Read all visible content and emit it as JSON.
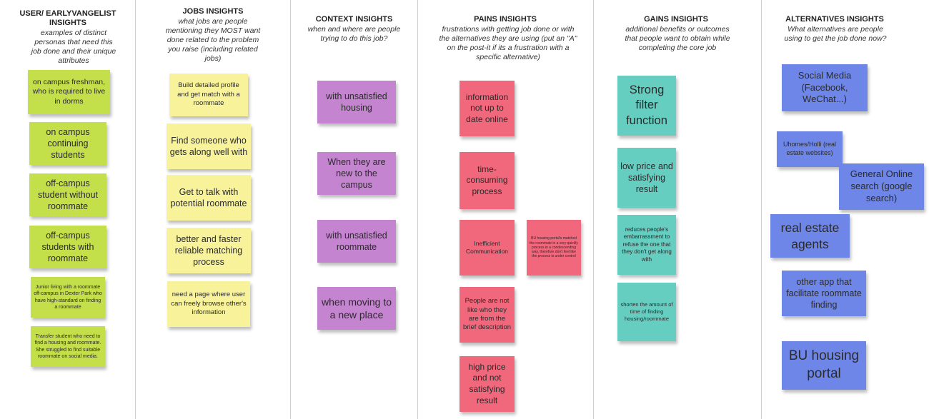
{
  "columns": [
    {
      "title": "USER/ EARLYVANGELIST INSIGHTS",
      "subtitle": "examples of distinct personas that need this job done and their unique attributes",
      "notes": [
        "on campus freshman, who is required to live in dorms",
        "on campus continuing students",
        "off-campus student without roommate",
        "off-campus students with roommate",
        "Junior  living with a roommate off-campus in Dexter Park who have high-standard on finding a roommate",
        "Transfer student who need to find a housing and roommate. She struggled to find suitable roommate on social media."
      ]
    },
    {
      "title": "JOBS INSIGHTS",
      "subtitle": "what jobs are people mentioning they MOST want done related to the problem you raise (including related jobs)",
      "notes": [
        "Build detailed profile and get match with a roommate",
        "Find someone who gets along well with",
        "Get to talk with potential roommate",
        "better and faster reliable matching process",
        "need a page where user can freely browse other's information"
      ]
    },
    {
      "title": "CONTEXT INSIGHTS",
      "subtitle": "when and where are people trying to do this job?",
      "notes": [
        "with unsatisfied housing",
        "When they are new to the campus",
        "with unsatisfied roommate",
        "when moving to a new place"
      ]
    },
    {
      "title": "PAINS INSIGHTS",
      "subtitle": "frustrations with getting job done or with the alternatives they are using (put an \"A\" on the post-it if its a frustration with a specific alternative)",
      "notes": [
        "information not up to date online",
        "time-consuming process",
        "Inefficient Communication",
        "BU housing portal's matched the roommate in a very quickly process in a condescending way, therefore don't feel like the process is under control",
        "People are not like who they are from the brief description",
        "high price and not satisfying result"
      ]
    },
    {
      "title": "GAINS INSIGHTS",
      "subtitle": "additional benefits or outcomes that people want to obtain while completing the core job",
      "notes": [
        "Strong filter function",
        "low price and satisfying result",
        "reduces people's embarrassment to refuse the one that they don't get along with",
        "shorten the amount of time of finding housing/roommate"
      ]
    },
    {
      "title": "ALTERNATIVES INSIGHTS",
      "subtitle": "What alternatives are people using to get the job done now?",
      "notes": [
        "Social Media (Facebook, WeChat...)",
        "Uhomes/Holli (real estate websites)",
        "General Online search (google search)",
        "real estate agents",
        "other app that facilitate roommate finding",
        "BU housing portal"
      ]
    }
  ],
  "colors": {
    "green": "#c3df4a",
    "yellow": "#f8f39a",
    "purple": "#c584d0",
    "red": "#f1677b",
    "teal": "#66cdc1",
    "blue": "#6e86e8"
  }
}
